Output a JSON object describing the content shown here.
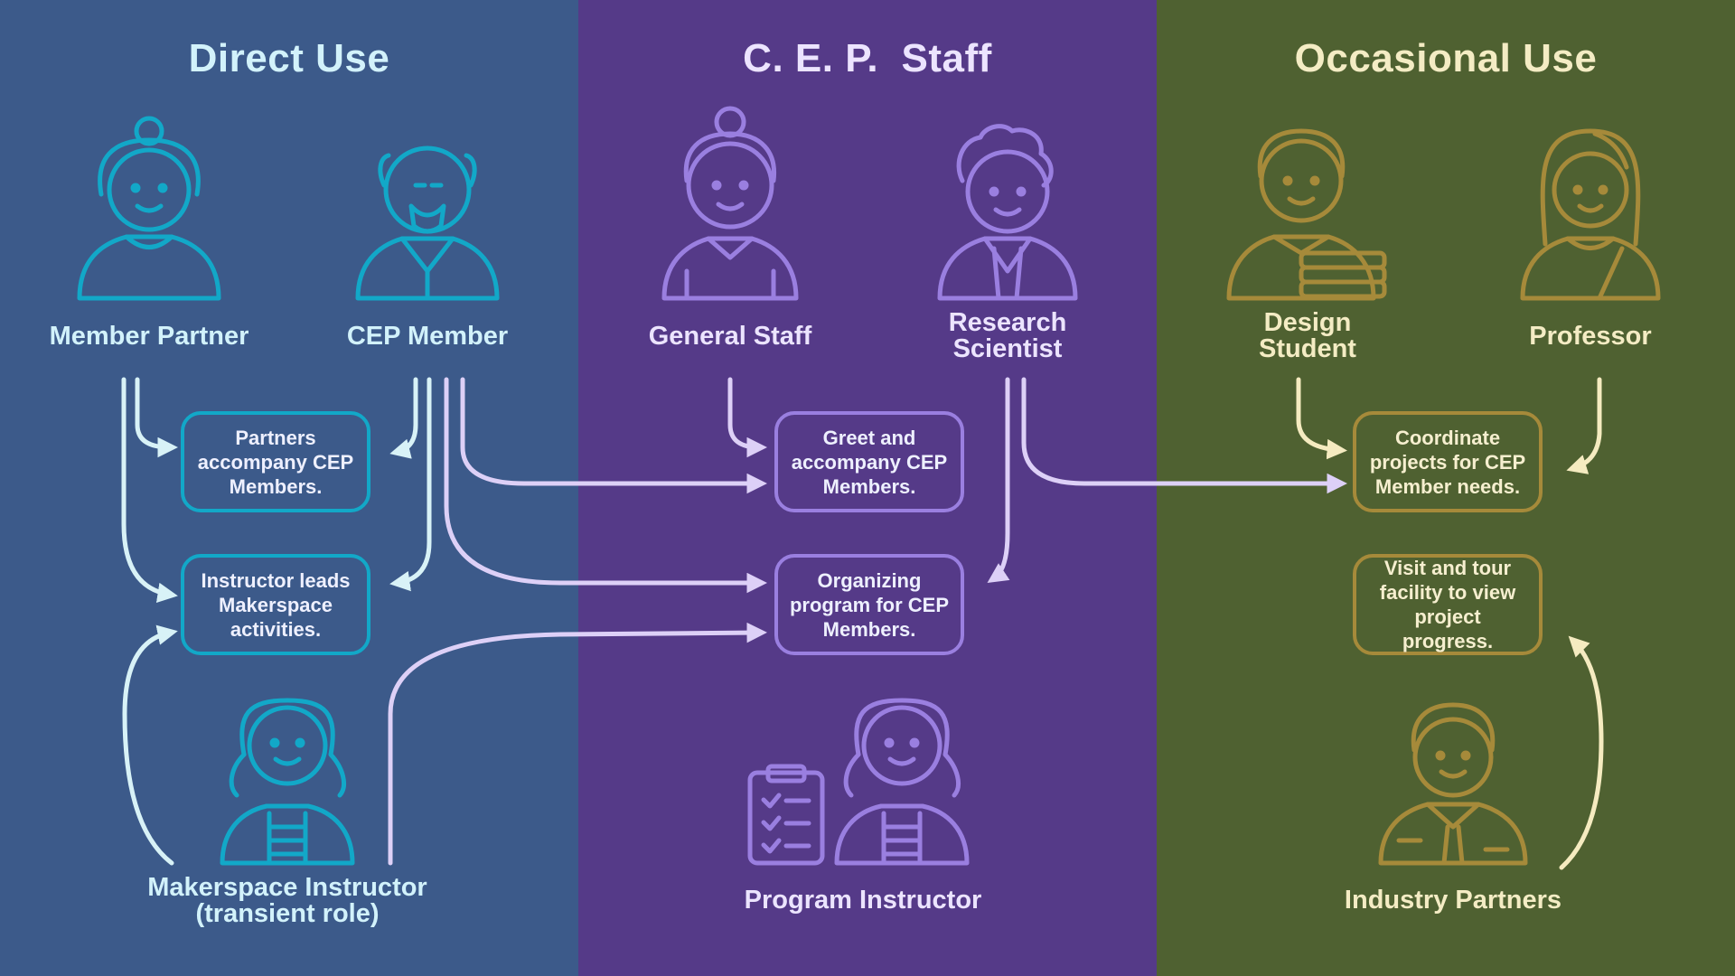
{
  "columns": {
    "direct": {
      "title": "Direct Use"
    },
    "staff": {
      "title": "C. E. P.  Staff"
    },
    "occasional": {
      "title": "Occasional Use"
    }
  },
  "roles": {
    "member_partner": "Member Partner",
    "cep_member": "CEP Member",
    "makerspace_instructor_line1": "Makerspace Instructor",
    "makerspace_instructor_line2": "(transient role)",
    "general_staff": "General Staff",
    "research_scientist_line1": "Research",
    "research_scientist_line2": "Scientist",
    "program_instructor": "Program Instructor",
    "design_student_line1": "Design",
    "design_student_line2": "Student",
    "professor": "Professor",
    "industry_partners": "Industry Partners"
  },
  "activities": {
    "partners_accompany": "Partners accompany CEP Members.",
    "instructor_leads": "Instructor leads Makerspace activities.",
    "greet_accompany": "Greet and accompany CEP Members.",
    "organizing_program": "Organizing program for CEP Members.",
    "coordinate_projects": "Coordinate projects for CEP Member needs.",
    "visit_tour": "Visit and tour facility to view project progress."
  },
  "colors": {
    "direct_bg": "#3c5a8a",
    "staff_bg": "#553a88",
    "occasional_bg": "#4f6131",
    "direct_icon": "#12a8c8",
    "staff_icon": "#9a7fe0",
    "occasional_icon": "#a68a3a",
    "arrow_direct": "#d8f2f7",
    "arrow_staff": "#ddd0f7",
    "arrow_occasional": "#f5ebc0"
  },
  "icons": {
    "member_partner": "woman-bun-avatar-icon",
    "cep_member": "elderly-man-beard-avatar-icon",
    "makerspace_instructor": "woman-avatar-icon",
    "general_staff": "woman-bun-avatar-icon",
    "research_scientist": "curly-hair-suit-avatar-icon",
    "program_instructor": "woman-with-clipboard-icon",
    "design_student": "student-with-books-icon",
    "professor": "woman-long-hair-avatar-icon",
    "industry_partners": "businessman-tie-avatar-icon"
  }
}
